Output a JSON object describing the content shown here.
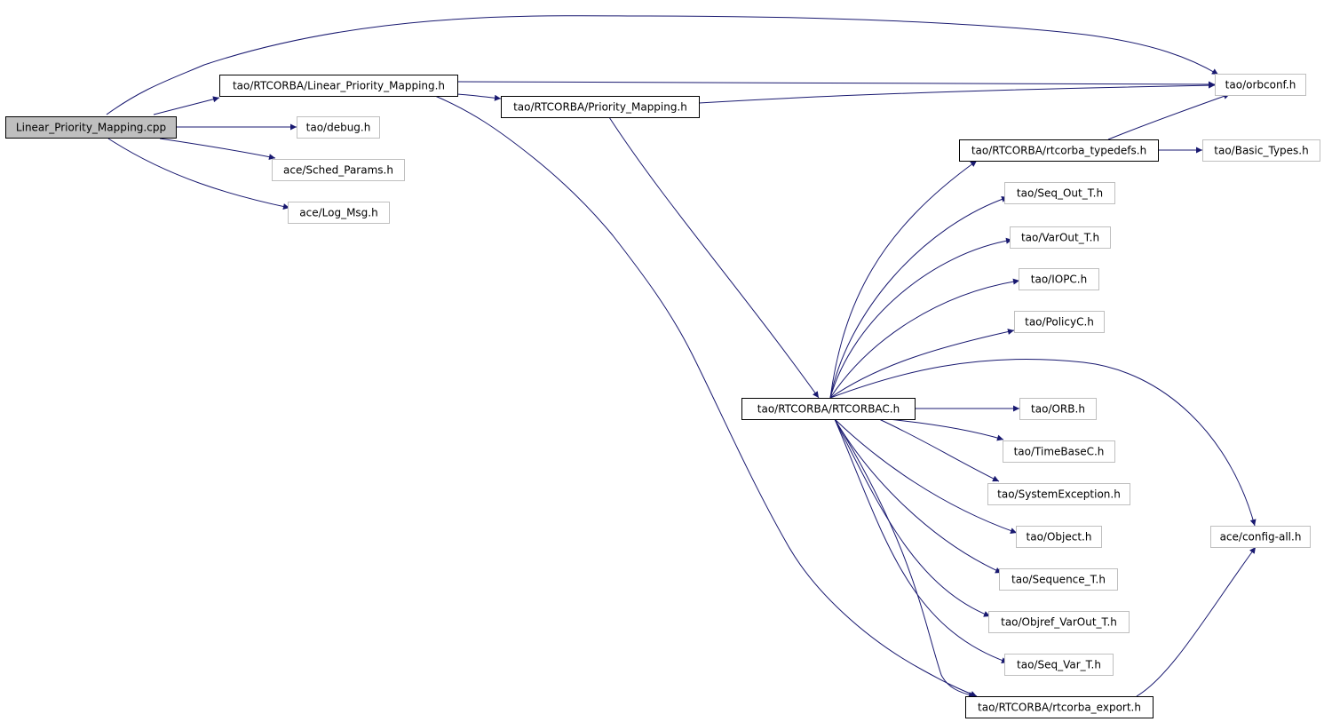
{
  "diagram": {
    "nodes": [
      {
        "id": "root",
        "label": "Linear_Priority_Mapping.cpp",
        "style": "root"
      },
      {
        "id": "lpm_h",
        "label": "tao/RTCORBA/Linear_Priority_Mapping.h",
        "style": "documented"
      },
      {
        "id": "debug",
        "label": "tao/debug.h",
        "style": "external"
      },
      {
        "id": "sched",
        "label": "ace/Sched_Params.h",
        "style": "external"
      },
      {
        "id": "logmsg",
        "label": "ace/Log_Msg.h",
        "style": "external"
      },
      {
        "id": "pm_h",
        "label": "tao/RTCORBA/Priority_Mapping.h",
        "style": "documented"
      },
      {
        "id": "orbconf",
        "label": "tao/orbconf.h",
        "style": "external"
      },
      {
        "id": "typedefs",
        "label": "tao/RTCORBA/rtcorba_typedefs.h",
        "style": "documented"
      },
      {
        "id": "basictypes",
        "label": "tao/Basic_Types.h",
        "style": "external"
      },
      {
        "id": "seqout",
        "label": "tao/Seq_Out_T.h",
        "style": "external"
      },
      {
        "id": "varout",
        "label": "tao/VarOut_T.h",
        "style": "external"
      },
      {
        "id": "iopc",
        "label": "tao/IOPC.h",
        "style": "external"
      },
      {
        "id": "policyc",
        "label": "tao/PolicyC.h",
        "style": "external"
      },
      {
        "id": "rtcorbac",
        "label": "tao/RTCORBA/RTCORBAC.h",
        "style": "documented"
      },
      {
        "id": "orb",
        "label": "tao/ORB.h",
        "style": "external"
      },
      {
        "id": "timebase",
        "label": "tao/TimeBaseC.h",
        "style": "external"
      },
      {
        "id": "sysexc",
        "label": "tao/SystemException.h",
        "style": "external"
      },
      {
        "id": "object",
        "label": "tao/Object.h",
        "style": "external"
      },
      {
        "id": "seqt",
        "label": "tao/Sequence_T.h",
        "style": "external"
      },
      {
        "id": "objref",
        "label": "tao/Objref_VarOut_T.h",
        "style": "external"
      },
      {
        "id": "seqvar",
        "label": "tao/Seq_Var_T.h",
        "style": "external"
      },
      {
        "id": "configall",
        "label": "ace/config-all.h",
        "style": "external"
      },
      {
        "id": "export",
        "label": "tao/RTCORBA/rtcorba_export.h",
        "style": "documented"
      }
    ],
    "edges": [
      [
        "root",
        "lpm_h"
      ],
      [
        "root",
        "debug"
      ],
      [
        "root",
        "sched"
      ],
      [
        "root",
        "logmsg"
      ],
      [
        "root",
        "orbconf"
      ],
      [
        "lpm_h",
        "pm_h"
      ],
      [
        "lpm_h",
        "orbconf"
      ],
      [
        "lpm_h",
        "export"
      ],
      [
        "pm_h",
        "orbconf"
      ],
      [
        "pm_h",
        "rtcorbac"
      ],
      [
        "typedefs",
        "orbconf"
      ],
      [
        "typedefs",
        "basictypes"
      ],
      [
        "rtcorbac",
        "typedefs"
      ],
      [
        "rtcorbac",
        "seqout"
      ],
      [
        "rtcorbac",
        "varout"
      ],
      [
        "rtcorbac",
        "iopc"
      ],
      [
        "rtcorbac",
        "policyc"
      ],
      [
        "rtcorbac",
        "configall"
      ],
      [
        "rtcorbac",
        "orb"
      ],
      [
        "rtcorbac",
        "timebase"
      ],
      [
        "rtcorbac",
        "sysexc"
      ],
      [
        "rtcorbac",
        "object"
      ],
      [
        "rtcorbac",
        "seqt"
      ],
      [
        "rtcorbac",
        "objref"
      ],
      [
        "rtcorbac",
        "seqvar"
      ],
      [
        "rtcorbac",
        "export"
      ],
      [
        "export",
        "configall"
      ]
    ],
    "colors": {
      "edge": "#191970",
      "root_fill": "#bfbfbf",
      "documented_border": "#000000",
      "external_border": "#bfbfbf",
      "text": "#000000"
    }
  }
}
